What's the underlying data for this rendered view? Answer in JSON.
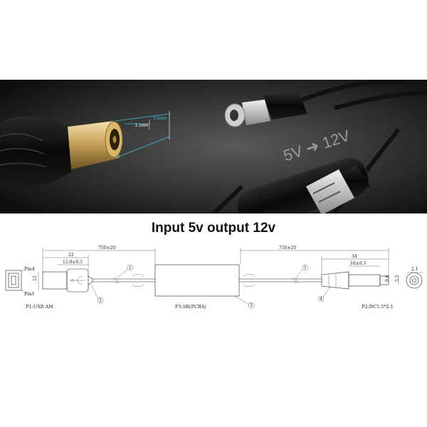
{
  "photo": {
    "dim_outer": "5.5mm",
    "dim_inner": "2.1mm",
    "module_label": "5V ➜ 12V",
    "colors": {
      "background_center": "#5a5a5a",
      "background_edge": "#0d0d0d",
      "dim_line": "#3ec0d8"
    }
  },
  "heading": "Input 5v output 12v",
  "drawing": {
    "pin4": "Pin4",
    "pin1": "Pin1",
    "usb_height": "12",
    "left_total": "750±20",
    "left_22": "22",
    "left_12": "12.0±0.3",
    "right_total": "750±20",
    "right_34": "34",
    "right_10": "10±0.3",
    "dc_dim_a": "5.5",
    "dc_dim_b": "9.6",
    "dc_dim_c": "2.1",
    "callout_1": "1",
    "callout_2": "2",
    "callout_3": "3",
    "callout_4": "4",
    "caption_p1": "P1:USB AM",
    "caption_p3": "P3:SR(PCBA)",
    "caption_p2": "P2:DC5.5*2.1"
  }
}
